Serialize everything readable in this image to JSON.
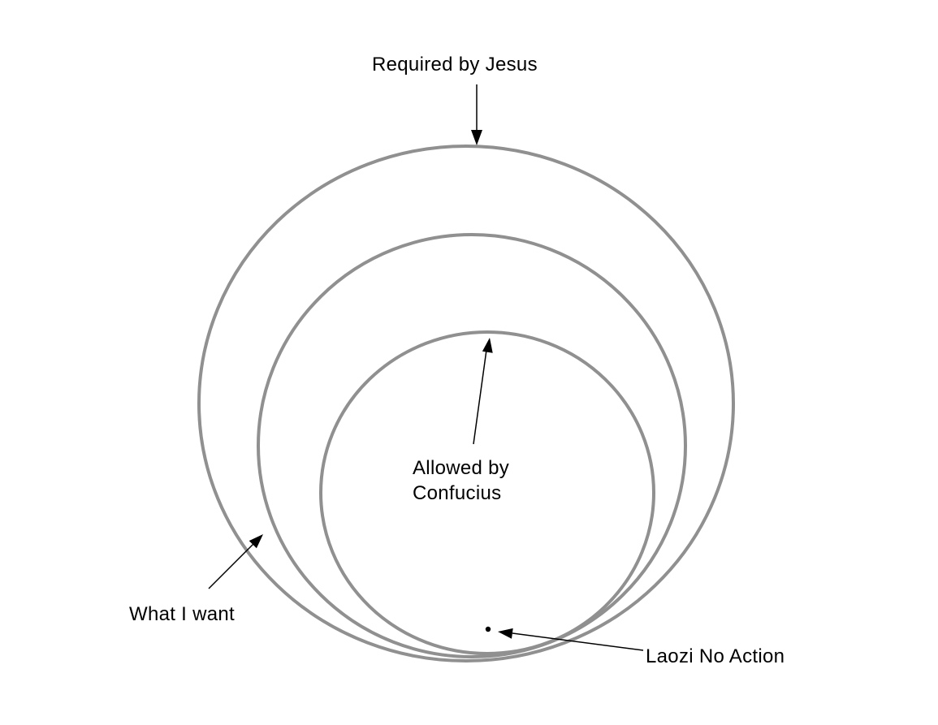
{
  "diagram": {
    "type": "nested-circles-venn",
    "background_color": "#ffffff",
    "circle_stroke_color": "#909090",
    "arrow_color": "#000000",
    "text_color": "#000000",
    "labels": {
      "outer_circle": "Required by Jesus",
      "middle_circle": "What I want",
      "inner_circle": "Allowed by\nConfucius",
      "center_point": "Laozi No Action"
    },
    "structure": {
      "outermost": "Required by Jesus",
      "middle": "What I want",
      "innermost": "Allowed by Confucius",
      "point_inside_all": "Laozi No Action"
    }
  }
}
